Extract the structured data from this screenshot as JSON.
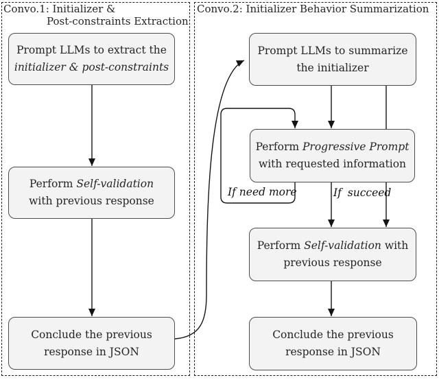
{
  "colors": {
    "bg": "#ffffff",
    "panel-border": "#1c1c1c",
    "box-fill": "#f3f3f3",
    "box-border": "#4b4b4b",
    "line": "#141414",
    "text": "#242424"
  },
  "panels": [
    {
      "name": "convo1",
      "title": [
        "Convo.1: Initializer &",
        "Post-constraints Extraction"
      ],
      "nodes": [
        {
          "name": "extract-prompt",
          "lines": [
            {
              "parts": [
                {
                  "text": "Prompt LLMs to extract the",
                  "italic": false
                }
              ]
            },
            {
              "parts": [
                {
                  "text": "initializer & post-constraints",
                  "italic": true
                }
              ]
            }
          ]
        },
        {
          "name": "self-validation",
          "lines": [
            {
              "parts": [
                {
                  "text": "Perform ",
                  "italic": false
                },
                {
                  "text": "Self-validation",
                  "italic": true
                }
              ]
            },
            {
              "parts": [
                {
                  "text": "with previous response",
                  "italic": false
                }
              ]
            }
          ]
        },
        {
          "name": "conclude-json",
          "lines": [
            {
              "parts": [
                {
                  "text": "Conclude the previous",
                  "italic": false
                }
              ]
            },
            {
              "parts": [
                {
                  "text": "response in JSON",
                  "italic": false
                }
              ]
            }
          ]
        }
      ]
    },
    {
      "name": "convo2",
      "title": [
        "Convo.2: Initializer Behavior Summarization"
      ],
      "nodes": [
        {
          "name": "summarize-prompt",
          "lines": [
            {
              "parts": [
                {
                  "text": "Prompt LLMs to summarize",
                  "italic": false
                }
              ]
            },
            {
              "parts": [
                {
                  "text": "the initializer",
                  "italic": false
                }
              ]
            }
          ]
        },
        {
          "name": "progressive-prompt",
          "lines": [
            {
              "parts": [
                {
                  "text": "Perform ",
                  "italic": false
                },
                {
                  "text": "Progressive Prompt",
                  "italic": true
                }
              ]
            },
            {
              "parts": [
                {
                  "text": "with requested information",
                  "italic": false
                }
              ]
            }
          ]
        },
        {
          "name": "self-validation",
          "lines": [
            {
              "parts": [
                {
                  "text": "Perform ",
                  "italic": false
                },
                {
                  "text": "Self-validation",
                  "italic": true
                },
                {
                  "text": " with",
                  "italic": false
                }
              ]
            },
            {
              "parts": [
                {
                  "text": "previous response",
                  "italic": false
                }
              ]
            }
          ]
        },
        {
          "name": "conclude-json",
          "lines": [
            {
              "parts": [
                {
                  "text": "Conclude the previous",
                  "italic": false
                }
              ]
            },
            {
              "parts": [
                {
                  "text": "response in JSON",
                  "italic": false
                }
              ]
            }
          ]
        }
      ]
    }
  ],
  "edge_labels": {
    "need_more": "If need more",
    "succeed": "If succeed"
  }
}
